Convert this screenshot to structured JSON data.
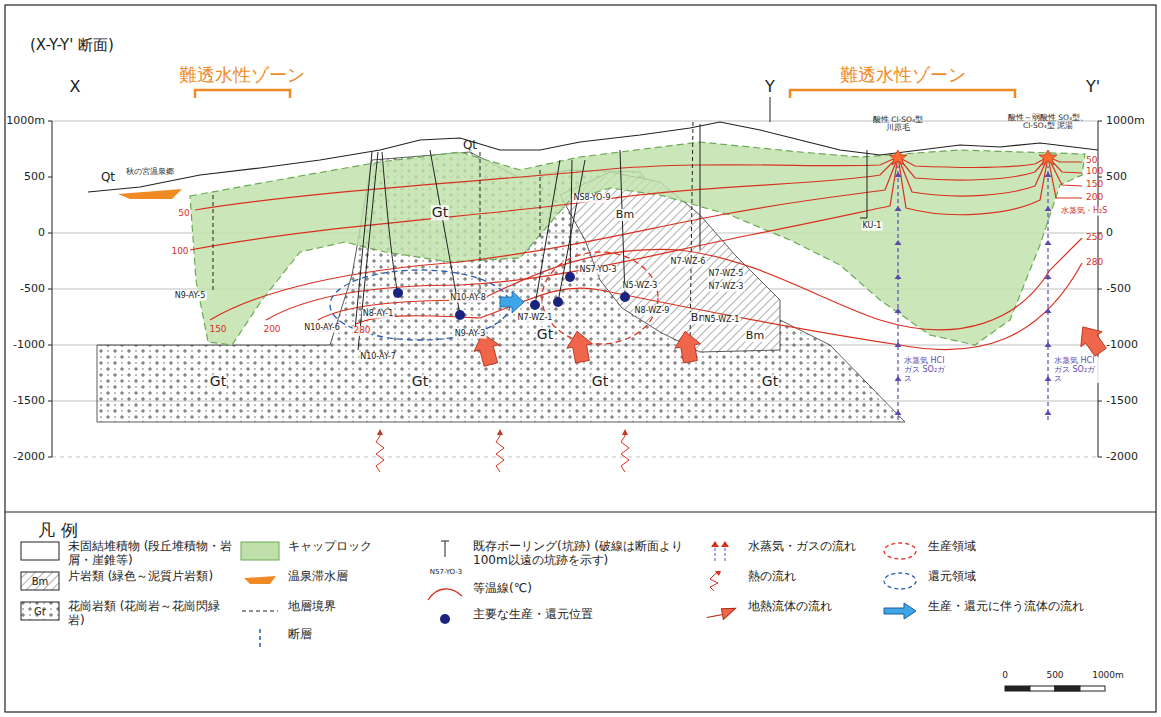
{
  "diagram": {
    "title": "(X-Y-Y' 断面)",
    "labels": [
      "X",
      "Y",
      "Y'",
      "難透水性ゾーン",
      "難透水性ゾーン",
      "1000m",
      "500",
      "0",
      "-500",
      "-1000",
      "-1500",
      "-2000",
      "1000m",
      "500",
      "0",
      "-500",
      "-1000",
      "-1500",
      "-2000",
      "Qt",
      "Qt",
      "秋の宮温泉郷",
      "Gt",
      "Gt",
      "Gt",
      "Gt",
      "Gt",
      "Gt",
      "Bm",
      "Bm",
      "Bm",
      "50",
      "100",
      "150",
      "200",
      "250",
      "280",
      "50",
      "100",
      "150",
      "200",
      "250",
      "280",
      "N9-AY-5",
      "N10-AY-6",
      "N8-AY-1",
      "N10-AY-7",
      "N10-AY-8",
      "N9-AY-3",
      "N7-WZ-1",
      "NS8-YO-9",
      "NS7-YO-3",
      "N5-WZ-3",
      "N8-WZ-9",
      "N7-WZ-6",
      "N7-WZ-5",
      "N7-WZ-3",
      "N5-WZ-1",
      "KU-1",
      "酸性 Cl-SO₄型 川原毛",
      "酸性～弱酸性 SO₄型、Cl-SO₄型 泥湯",
      "水蒸気・H₂S",
      "水蒸気 HClガス SO₂ガス",
      "水蒸気 HClガス SO₂ガス",
      "凡 例",
      "Qt",
      "Bm",
      "Gr",
      "N57-YO-3",
      "0",
      "500",
      "1000m"
    ],
    "legend": [
      {
        "text": "未固結堆積物 (段丘堆積物・岩屑・崖錐等)"
      },
      {
        "text": "片岩類 (緑色～泥質片岩類)"
      },
      {
        "text": "花崗岩類 (花崗岩～花崗閃緑岩)"
      },
      {
        "text": "キャップロック",
        "color": "#bfe0aa"
      },
      {
        "text": "温泉滞水層"
      },
      {
        "text": "地層境界"
      },
      {
        "text": "断層"
      },
      {
        "text": "既存ボーリング(坑跡) (破線は断面より100m以遠の坑跡を示す)"
      },
      {
        "text": "等温線(℃)"
      },
      {
        "text": "主要な生産・還元位置"
      },
      {
        "text": "水蒸気・ガスの流れ"
      },
      {
        "text": "熱の流れ"
      },
      {
        "text": "地熱流体の流れ"
      },
      {
        "text": "生産領域"
      },
      {
        "text": "還元領域"
      },
      {
        "text": "生産・還元に伴う流体の流れ"
      }
    ]
  }
}
